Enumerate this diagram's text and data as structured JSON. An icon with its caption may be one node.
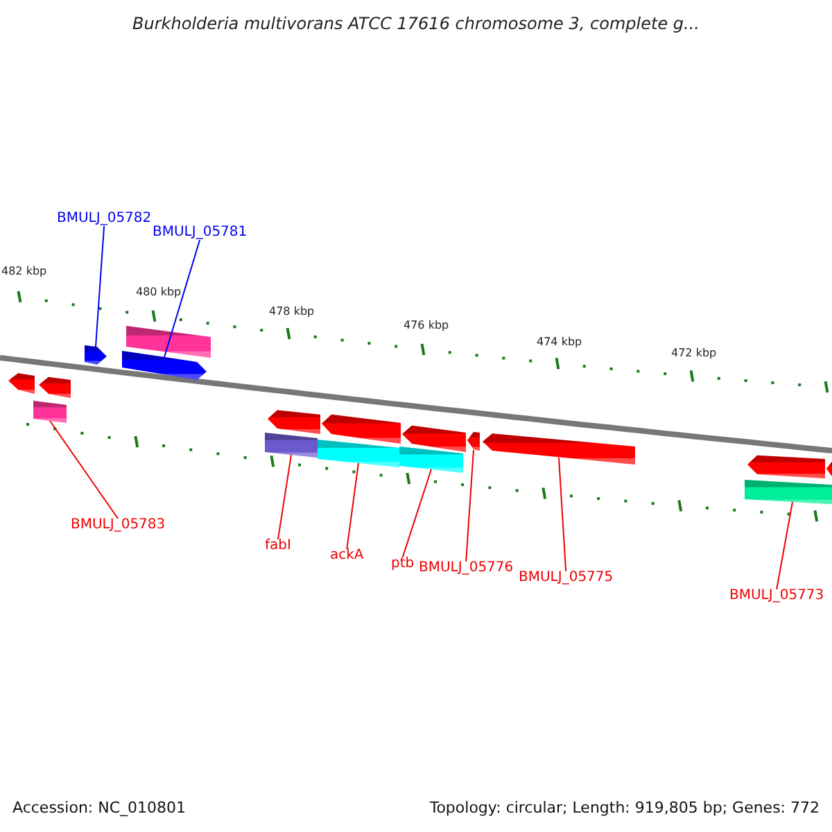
{
  "diagram": {
    "title": "Burkholderia multivorans ATCC 17616 chromosome 3, complete g...",
    "nodes": [
      {
        "text": [
          "BMULJ_05782"
        ]
      },
      {
        "text": [
          "BMULJ_05781"
        ]
      },
      {
        "text": [
          "BMULJ_05783"
        ]
      },
      {
        "text": [
          "fabI"
        ]
      },
      {
        "text": [
          "ackA"
        ]
      },
      {
        "text": [
          "ptb"
        ]
      },
      {
        "text": [
          "BMULJ_05776"
        ]
      },
      {
        "text": [
          "BMULJ_05775"
        ]
      },
      {
        "text": [
          "BMULJ_05773"
        ]
      },
      {
        "text": [],
        "shape": "arrow"
      },
      {
        "text": [],
        "shape": "bar"
      },
      {
        "text": [],
        "shape": "arrow"
      },
      {
        "text": [],
        "shape": "arrow"
      },
      {
        "text": [],
        "shape": "arrow"
      },
      {
        "text": [],
        "shape": "bar"
      },
      {
        "text": [],
        "shape": "arrow"
      },
      {
        "text": [],
        "shape": "bar"
      },
      {
        "text": [],
        "shape": "arrow"
      },
      {
        "text": [],
        "shape": "bar"
      },
      {
        "text": [],
        "shape": "arrow"
      },
      {
        "text": [],
        "shape": "bar"
      },
      {
        "text": [],
        "shape": "arrow"
      },
      {
        "text": [],
        "shape": "arrow"
      },
      {
        "text": [],
        "shape": "arrow"
      },
      {
        "text": [],
        "shape": "arrow"
      },
      {
        "text": [],
        "shape": "bar"
      }
    ],
    "edges": [
      {
        "from": 0,
        "to": 9,
        "arrow": "none",
        "color": "#0000ee"
      },
      {
        "from": 1,
        "to": 11,
        "arrow": "none",
        "color": "#0000ee"
      },
      {
        "from": 2,
        "to": 14,
        "arrow": "none"
      },
      {
        "from": 3,
        "to": 16,
        "arrow": "none"
      },
      {
        "from": 4,
        "to": 18,
        "arrow": "none"
      },
      {
        "from": 5,
        "to": 20,
        "arrow": "none"
      },
      {
        "from": 6,
        "to": 21,
        "arrow": "none"
      },
      {
        "from": 7,
        "to": 22,
        "arrow": "none"
      },
      {
        "from": 8,
        "to": 25,
        "arrow": "none"
      }
    ],
    "labels": [
      "482 kbp",
      "480 kbp",
      "478 kbp",
      "476 kbp",
      "474 kbp",
      "472 kbp",
      "Accession: NC_010801",
      "Topology: circular; Length: 919,805 bp; Genes: 772"
    ]
  }
}
